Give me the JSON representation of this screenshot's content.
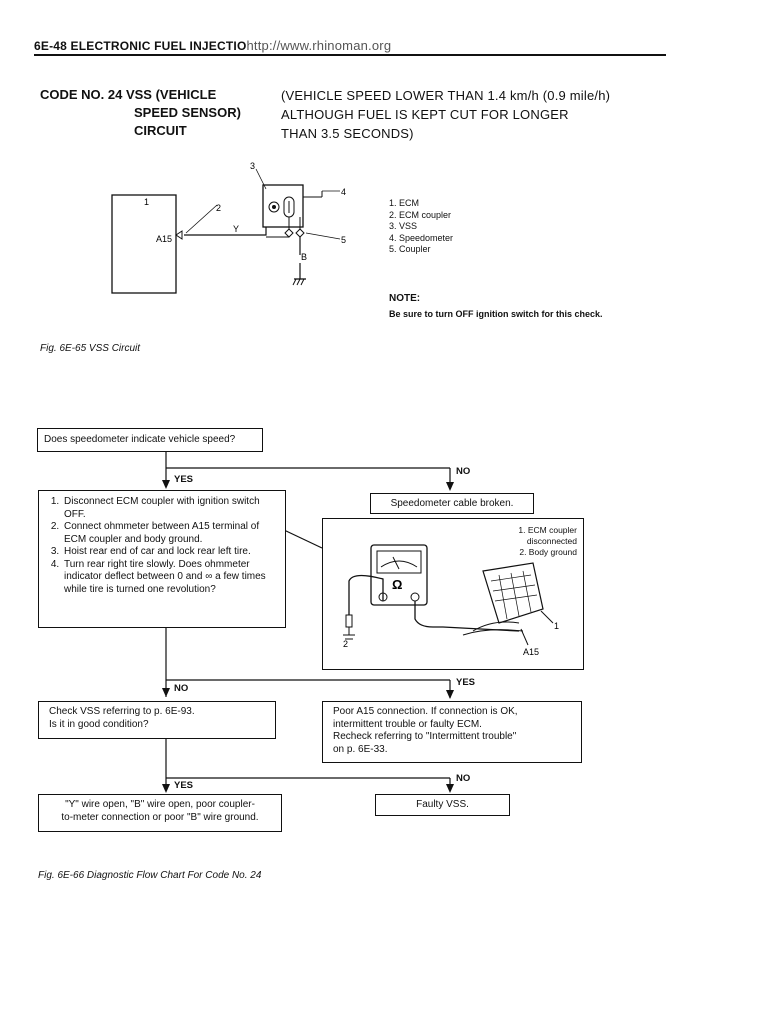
{
  "header": {
    "title": "6E-48 ELECTRONIC FUEL INJECTIO",
    "url_overlay": "http://www.rhinoman.org"
  },
  "code": {
    "line1": "CODE NO. 24  VSS (VEHICLE",
    "line2": "SPEED SENSOR)",
    "line3": "CIRCUIT",
    "cond1": "(VEHICLE SPEED LOWER THAN 1.4 km/h (0.9 mile/h)",
    "cond2": "ALTHOUGH FUEL IS KEPT CUT FOR LONGER",
    "cond3": "THAN 3.5 SECONDS)"
  },
  "circuit": {
    "labels": [
      "1",
      "2",
      "3",
      "4",
      "5"
    ],
    "terminal": "A15",
    "wire_y": "Y",
    "wire_b": "B",
    "legend": [
      "1.  ECM",
      "2.  ECM coupler",
      "3.  VSS",
      "4.  Speedometer",
      "5.  Coupler"
    ]
  },
  "note": {
    "heading": "NOTE:",
    "body": "Be sure to turn OFF ignition switch for this check."
  },
  "fig1_caption": "Fig. 6E-65  VSS Circuit",
  "flow": {
    "q1": "Does speedometer indicate vehicle speed?",
    "yes": "YES",
    "no": "NO",
    "steps": [
      "Disconnect ECM coupler with ignition switch OFF.",
      "Connect ohmmeter between A15 terminal of ECM coupler and body ground.",
      "Hoist rear end of car and lock rear left tire.",
      "Turn rear right tire slowly. Does ohmmeter indicator deflect between 0 and ∞ a few times while tire is turned one revolution?"
    ],
    "cable_broken": "Speedometer cable broken.",
    "meter_legend": [
      "1.  ECM coupler",
      "disconnected",
      "2.  Body ground"
    ],
    "meter_symbol": "Ω",
    "meter_labels": [
      "1",
      "2",
      "A15"
    ],
    "check_vss": [
      "Check VSS referring to p. 6E-93.",
      "Is it in good condition?"
    ],
    "poor_a15": [
      "Poor A15 connection. If connection is OK,",
      "intermittent trouble or faulty ECM.",
      "Recheck referring to \"Intermittent trouble\"",
      "on p. 6E-33."
    ],
    "y_wire": [
      "\"Y\" wire open, \"B\" wire open, poor coupler-",
      "to-meter connection or poor \"B\" wire ground."
    ],
    "faulty_vss": "Faulty VSS."
  },
  "fig2_caption": "Fig. 6E-66  Diagnostic Flow Chart For Code No. 24"
}
